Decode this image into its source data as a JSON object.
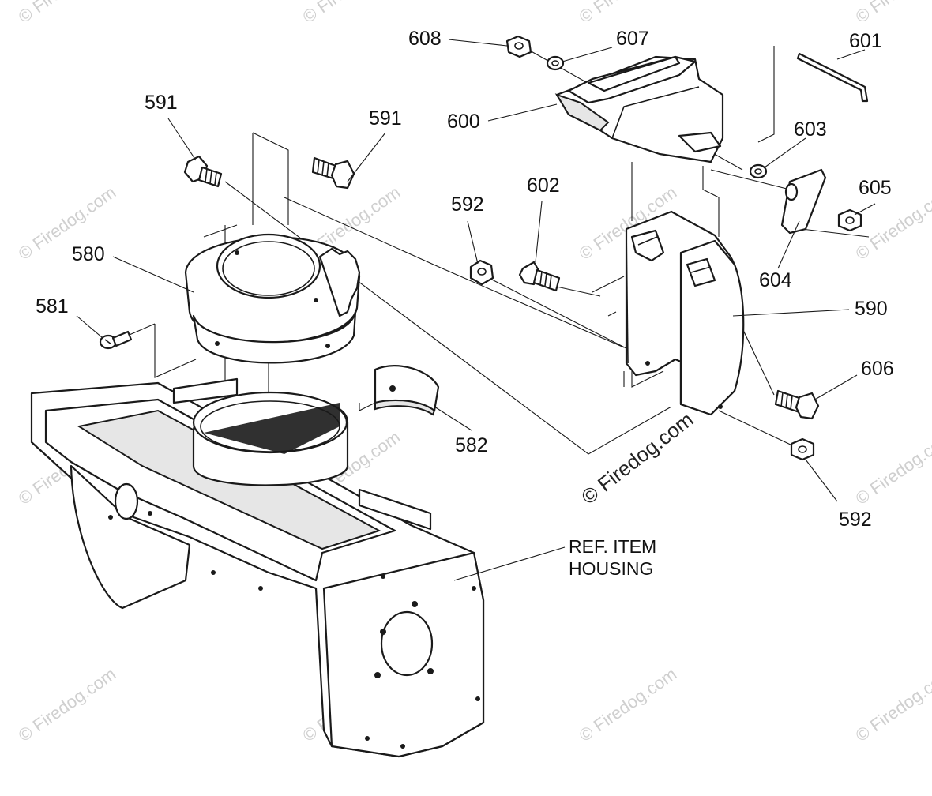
{
  "diagram": {
    "part_labels": {
      "p608": "608",
      "p607": "607",
      "p601": "601",
      "p591a": "591",
      "p591b": "591",
      "p600": "600",
      "p603": "603",
      "p592a": "592",
      "p602": "602",
      "p605": "605",
      "p580": "580",
      "p604": "604",
      "p581": "581",
      "p590": "590",
      "p606": "606",
      "p582": "582",
      "p592b": "592"
    },
    "reference": {
      "line1": "REF. ITEM",
      "line2": "HOUSING"
    },
    "watermark": "© Firedog.com"
  }
}
